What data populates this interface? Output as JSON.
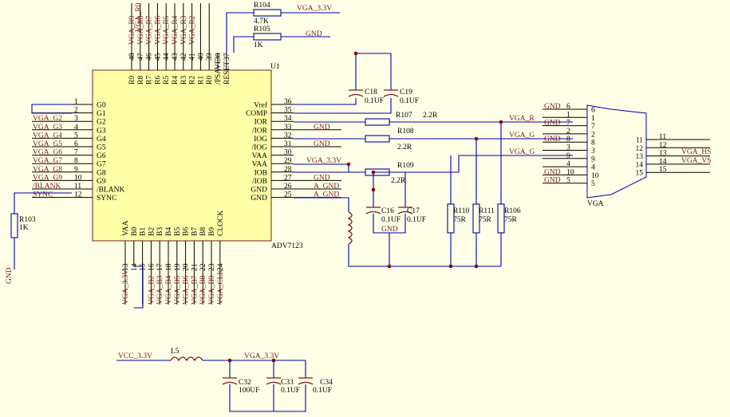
{
  "u1": {
    "designator": "U1",
    "part": "ADV7123",
    "left_pins": [
      {
        "num": "1",
        "name": "G0"
      },
      {
        "num": "2",
        "name": "G1"
      },
      {
        "num": "3",
        "name": "G2"
      },
      {
        "num": "4",
        "name": "G3"
      },
      {
        "num": "5",
        "name": "G4"
      },
      {
        "num": "6",
        "name": "G5"
      },
      {
        "num": "7",
        "name": "G6"
      },
      {
        "num": "8",
        "name": "G7"
      },
      {
        "num": "9",
        "name": "G8"
      },
      {
        "num": "10",
        "name": "G9"
      },
      {
        "num": "11",
        "name": "/BLANK"
      },
      {
        "num": "12",
        "name": "SYNC"
      }
    ],
    "left_nets": [
      "",
      "",
      "VGA_G2",
      "VGA_G3",
      "VGA_G4",
      "VGA_G5",
      "VGA_G6",
      "VGA_G7",
      "VGA_G8",
      "VGA_G9",
      "/BLANK",
      "SYNC"
    ],
    "right_pins": [
      {
        "num": "36",
        "name": "Vref"
      },
      {
        "num": "35",
        "name": "COMP"
      },
      {
        "num": "34",
        "name": "IOR"
      },
      {
        "num": "33",
        "name": "/IOR"
      },
      {
        "num": "32",
        "name": "IOG"
      },
      {
        "num": "31",
        "name": "/IOG"
      },
      {
        "num": "30",
        "name": "VAA"
      },
      {
        "num": "29",
        "name": "VAA"
      },
      {
        "num": "28",
        "name": "IOB"
      },
      {
        "num": "27",
        "name": "/IOB"
      },
      {
        "num": "26",
        "name": "GND"
      },
      {
        "num": "25",
        "name": "GND"
      }
    ],
    "right_nets": [
      "",
      "",
      "",
      "GND",
      "",
      "GND",
      "",
      "VGA_3.3V",
      "",
      "GND",
      "A_GND",
      "A_GND"
    ],
    "top_pins": [
      {
        "num": "48",
        "name": "R9"
      },
      {
        "num": "47",
        "name": "R8"
      },
      {
        "num": "46",
        "name": "R7"
      },
      {
        "num": "45",
        "name": "R6"
      },
      {
        "num": "44",
        "name": "R5"
      },
      {
        "num": "43",
        "name": "R4"
      },
      {
        "num": "42",
        "name": "R3"
      },
      {
        "num": "41",
        "name": "R2"
      },
      {
        "num": "40",
        "name": "R1"
      },
      {
        "num": "39",
        "name": "R0"
      },
      {
        "num": "38",
        "name": "/PSAVE"
      },
      {
        "num": "37",
        "name": "RESET"
      }
    ],
    "top_nets": [
      "VGA_R9",
      "VGA_R8",
      "VGA_R7",
      "VGA_R6",
      "VGA_R5",
      "VGA_R4",
      "VGA_R3",
      "VGA_R2"
    ],
    "bottom_pins": [
      {
        "num": "13",
        "name": "VAA"
      },
      {
        "num": "14",
        "name": "B0"
      },
      {
        "num": "15",
        "name": "B1"
      },
      {
        "num": "16",
        "name": "B2"
      },
      {
        "num": "17",
        "name": "B3"
      },
      {
        "num": "18",
        "name": "B4"
      },
      {
        "num": "19",
        "name": "B5"
      },
      {
        "num": "20",
        "name": "B6"
      },
      {
        "num": "21",
        "name": "B7"
      },
      {
        "num": "22",
        "name": "B8"
      },
      {
        "num": "23",
        "name": "B9"
      },
      {
        "num": "24",
        "name": "CLOCK"
      }
    ],
    "bottom_nets": [
      "VGA_3.3V",
      "",
      "",
      "VGA_B2",
      "VGA_B3",
      "VGA_B4",
      "VGA_B5",
      "VGA_B6",
      "VGA_B7",
      "VGA_B8",
      "VGA_B9",
      "VGA_CLK"
    ]
  },
  "parts": {
    "r104": {
      "ref": "R104",
      "value": "4.7K"
    },
    "r105": {
      "ref": "R105",
      "value": "1K"
    },
    "r103": {
      "ref": "R103",
      "value": "1K"
    },
    "r107": {
      "ref": "R107",
      "value": "2.2R"
    },
    "r108": {
      "ref": "R108",
      "value": "2.2R"
    },
    "r109": {
      "ref": "R109",
      "value": "2.2R"
    },
    "r110": {
      "ref": "R110",
      "value": "75R"
    },
    "r111": {
      "ref": "R111",
      "value": "75R"
    },
    "r106": {
      "ref": "R106",
      "value": "75R"
    },
    "c18": {
      "ref": "C18",
      "value": "0.1UF"
    },
    "c19": {
      "ref": "C19",
      "value": "0.1UF"
    },
    "c16": {
      "ref": "C16",
      "value": "0.1UF"
    },
    "c17": {
      "ref": "C17",
      "value": "0.1UF"
    },
    "c32": {
      "ref": "C32",
      "value": "100UF"
    },
    "c33": {
      "ref": "C33",
      "value": "0.1UF"
    },
    "c34": {
      "ref": "C34",
      "value": "0.1UF"
    },
    "l5": {
      "ref": "L5"
    }
  },
  "nets": {
    "vga_33": "VGA_3.3V",
    "gnd": "GND",
    "vcc_33": "VCC_3.3V",
    "vga_r": "VGA_R",
    "vga_g": "VGA_G",
    "vga_g2": "VGA_G",
    "vga_hs": "VGA_HS",
    "vga_vs": "VGA_VS"
  },
  "vga": {
    "label": "VGA",
    "left_pins": [
      "6",
      "1",
      "7",
      "2",
      "8",
      "3",
      "9",
      "4",
      "10",
      "5"
    ],
    "inner_left": [
      "6",
      "1",
      "7",
      "2",
      "8",
      "3",
      "9",
      "4",
      "10",
      "5"
    ],
    "left_nets": [
      "GND",
      "",
      "GND",
      "",
      "GND",
      "",
      "",
      "",
      "GND",
      "GND"
    ],
    "right_pins": [
      "11",
      "12",
      "13",
      "14",
      "15"
    ],
    "inner_right": [
      "11",
      "12",
      "13",
      "14",
      "15"
    ]
  }
}
